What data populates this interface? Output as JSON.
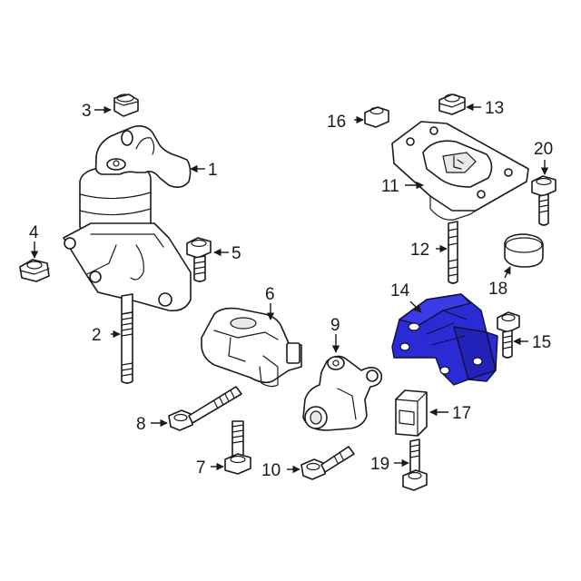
{
  "diagram": {
    "highlight_color": "#2b2bd6",
    "line_color": "#1a1a1a",
    "background": "#ffffff"
  },
  "callouts": {
    "c1": "1",
    "c2": "2",
    "c3": "3",
    "c4": "4",
    "c5": "5",
    "c6": "6",
    "c7": "7",
    "c8": "8",
    "c9": "9",
    "c10": "10",
    "c11": "11",
    "c12": "12",
    "c13": "13",
    "c14": "14",
    "c15": "15",
    "c16": "16",
    "c17": "17",
    "c18": "18",
    "c19": "19",
    "c20": "20"
  }
}
